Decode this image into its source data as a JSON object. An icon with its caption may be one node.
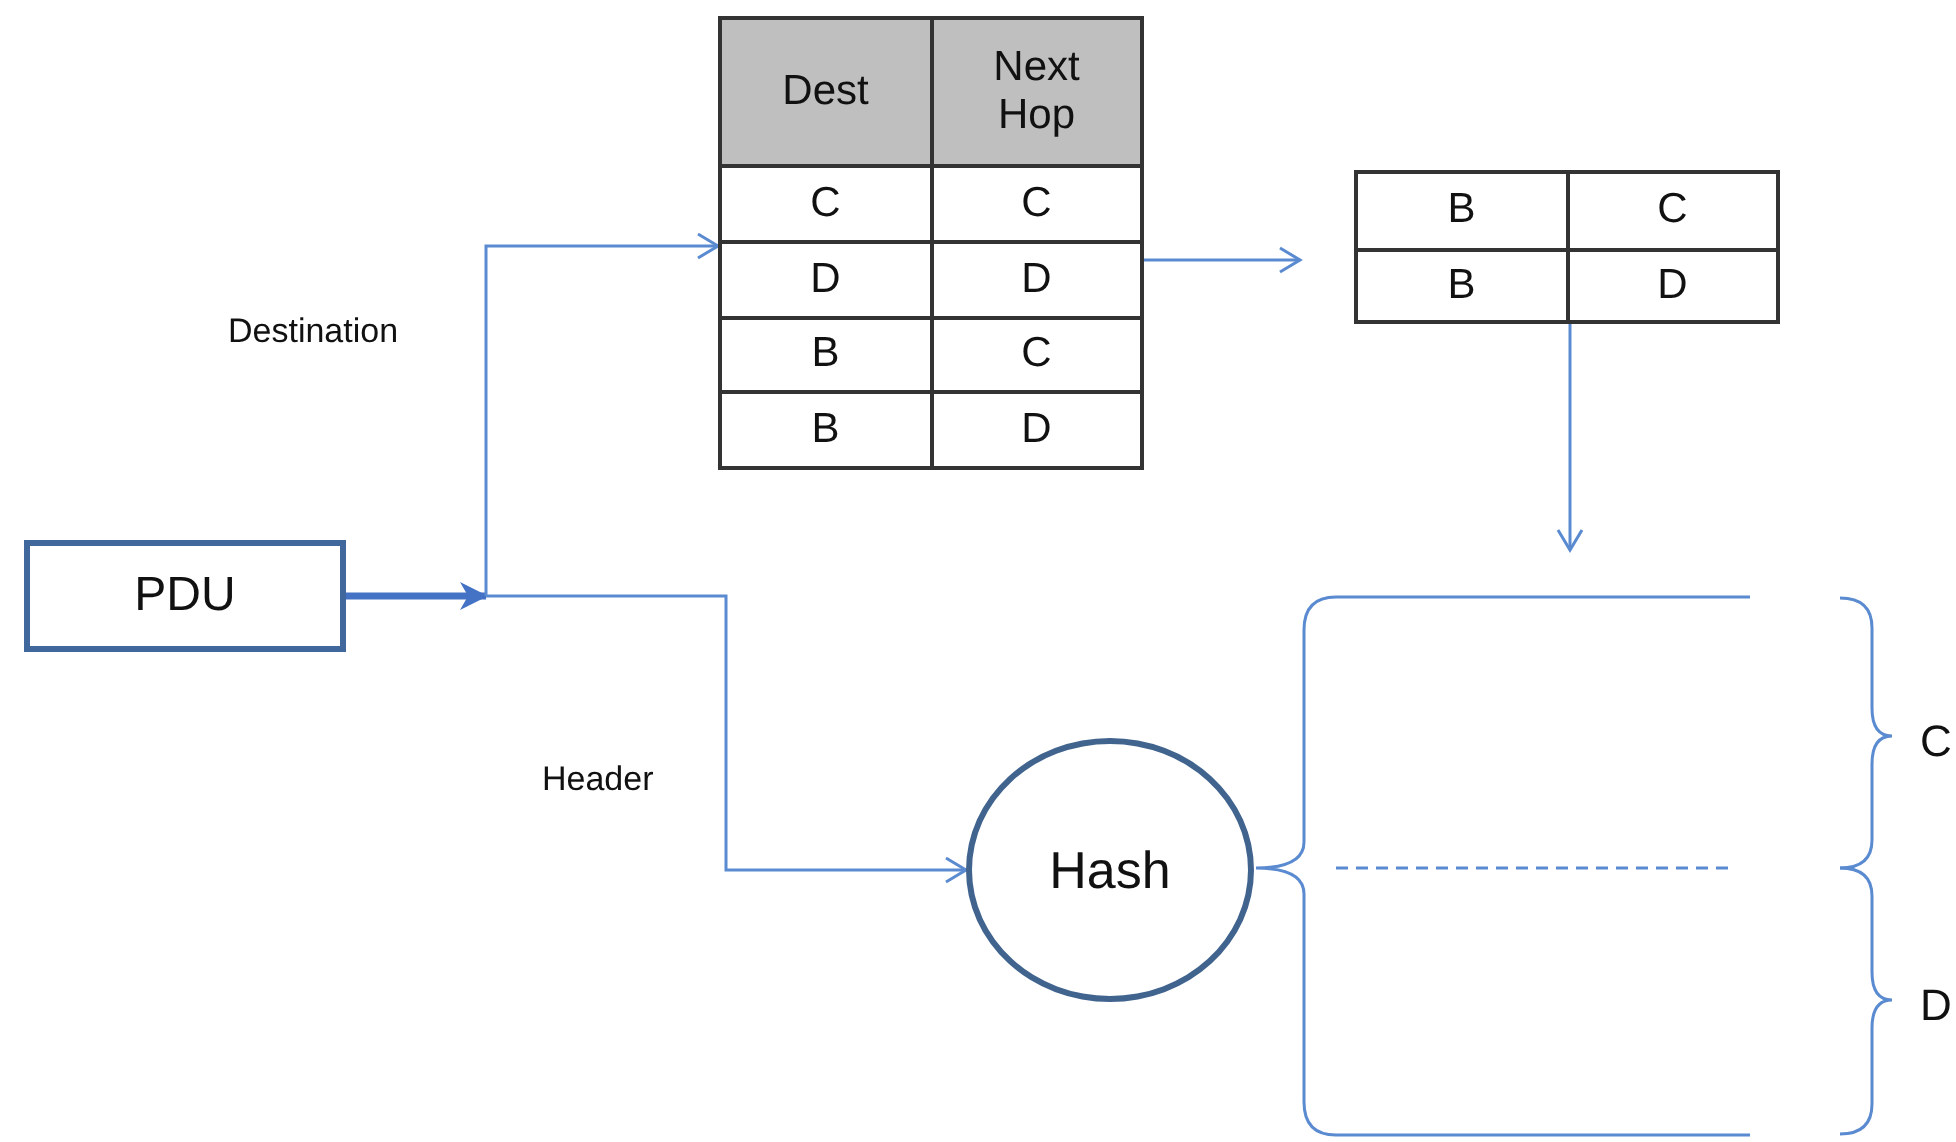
{
  "diagram": {
    "nodes": [
      {
        "text": [
          "PDU"
        ]
      },
      {
        "text": [
          "Dest",
          "Next Hop",
          "C",
          "C",
          "D",
          "D",
          "B",
          "C",
          "B",
          "D"
        ]
      },
      {
        "text": [
          "B",
          "C",
          "B",
          "D"
        ]
      },
      {
        "text": [
          "Hash"
        ]
      },
      {
        "text": [],
        "shape": "bracket"
      }
    ],
    "edges": [
      {
        "from": 0,
        "to": 1,
        "arrow": "to",
        "label": "Destination"
      },
      {
        "from": 0,
        "to": 3,
        "arrow": "to",
        "label": "Header"
      },
      {
        "from": 1,
        "to": 2,
        "arrow": "to"
      },
      {
        "from": 2,
        "to": 4,
        "arrow": "to"
      }
    ],
    "labels": [
      "C",
      "D"
    ]
  }
}
